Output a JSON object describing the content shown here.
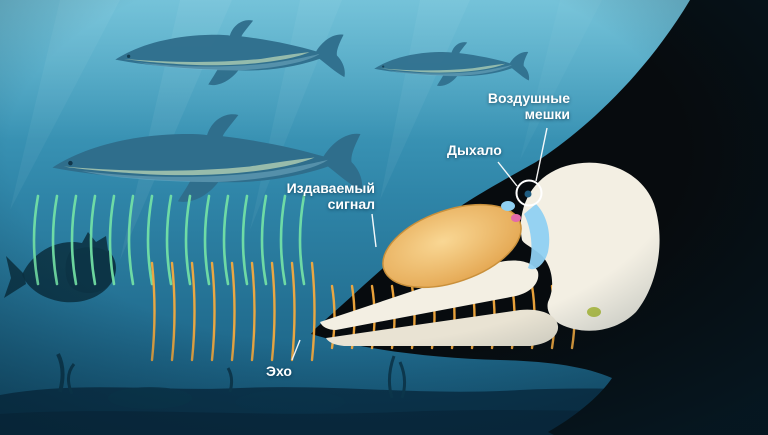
{
  "labels": {
    "air_sacs": "Воздушные мешки",
    "blowhole": "Дыхало",
    "emitted_signal": "Издаваемый сигнал",
    "echo": "Эхо"
  },
  "colors": {
    "signal_wave": "#74e3a6",
    "echo_wave": "#f3aa3e",
    "melon": "#eeb966",
    "air_sac": "#8fd0f2",
    "organ_pink": "#e46aaa",
    "bone": "#f3efe3",
    "label_text": "#ffffff",
    "water_top": "#4fb0ce",
    "water_bottom": "#175a7c"
  },
  "diagram": {
    "signal_wave_count": 15,
    "echo_wave_count": 22
  }
}
